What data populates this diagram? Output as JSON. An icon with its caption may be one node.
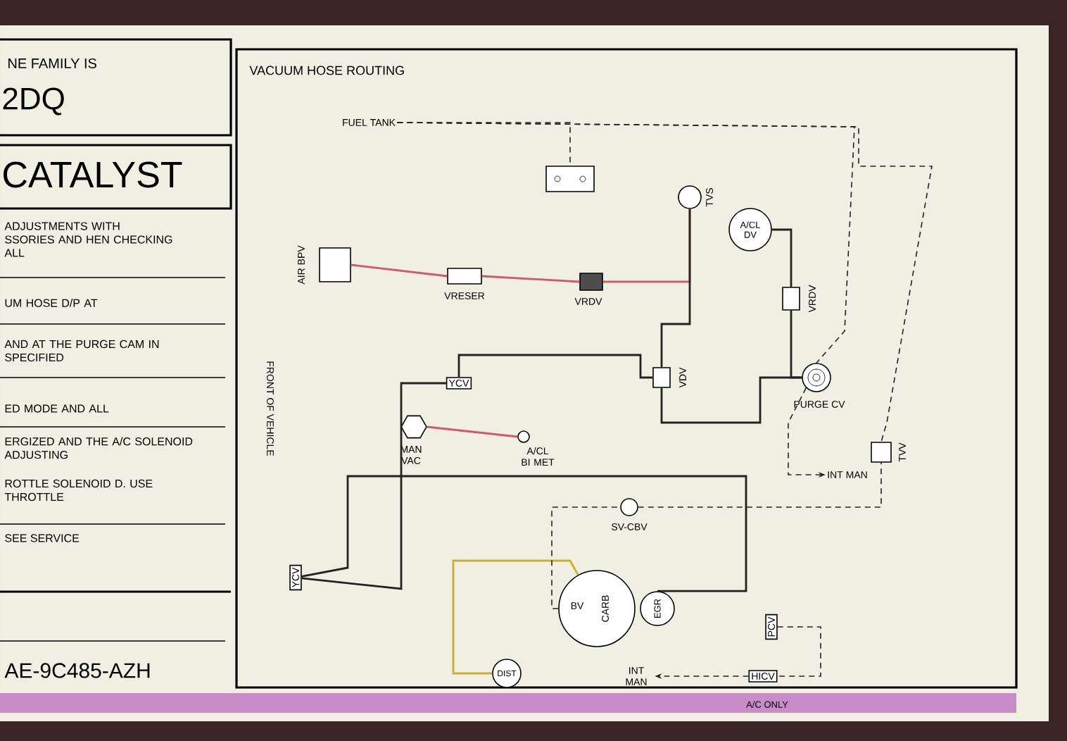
{
  "diagram": {
    "title": "VACUUM HOSE ROUTING",
    "nodes": [
      {
        "text": [
          "FUEL TANK"
        ]
      },
      {
        "text": [],
        "shape": "box"
      },
      {
        "text": [
          "TVS"
        ]
      },
      {
        "text": [
          "A/CL DV"
        ]
      },
      {
        "text": [
          "AIR BPV"
        ]
      },
      {
        "text": [
          "VRESER"
        ]
      },
      {
        "text": [
          "VRDV"
        ]
      },
      {
        "text": [
          "VRDV"
        ]
      },
      {
        "text": [
          "VDV"
        ]
      },
      {
        "text": [
          "PURGE CV"
        ]
      },
      {
        "text": [
          "YCV"
        ]
      },
      {
        "text": [
          "MAN VAC"
        ]
      },
      {
        "text": [
          "A/CL BI MET"
        ]
      },
      {
        "text": [
          "TVV"
        ]
      },
      {
        "text": [
          "INT MAN"
        ]
      },
      {
        "text": [
          "SV-CBV"
        ]
      },
      {
        "text": [
          "BV",
          "CARB"
        ]
      },
      {
        "text": [
          "EGR"
        ]
      },
      {
        "text": [
          "YCV"
        ]
      },
      {
        "text": [
          "DIST"
        ]
      },
      {
        "text": [
          "PCV"
        ]
      },
      {
        "text": [
          "HICV"
        ]
      },
      {
        "text": [
          "INT MAN"
        ]
      }
    ],
    "edges": [
      {
        "from": 0,
        "to": 1,
        "arrow": "none",
        "style": "dashed"
      },
      {
        "from": 0,
        "to": 9,
        "arrow": "none",
        "style": "dashed"
      },
      {
        "from": 0,
        "to": 13,
        "arrow": "none",
        "style": "dashed"
      },
      {
        "from": 4,
        "to": 5,
        "arrow": "none",
        "color": "#d05a6a"
      },
      {
        "from": 5,
        "to": 6,
        "arrow": "none",
        "color": "#d05a6a"
      },
      {
        "from": 6,
        "to": 2,
        "arrow": "none",
        "color": "#d05a6a"
      },
      {
        "from": 2,
        "to": 8,
        "arrow": "none"
      },
      {
        "from": 3,
        "to": 7,
        "arrow": "none"
      },
      {
        "from": 7,
        "to": 9,
        "arrow": "none"
      },
      {
        "from": 10,
        "to": 8,
        "arrow": "none"
      },
      {
        "from": 8,
        "to": 9,
        "arrow": "none"
      },
      {
        "from": 11,
        "to": 12,
        "arrow": "none",
        "color": "#d05a6a"
      },
      {
        "from": 18,
        "to": 17,
        "arrow": "none"
      },
      {
        "from": 18,
        "to": 10,
        "arrow": "none"
      },
      {
        "from": 19,
        "to": 16,
        "arrow": "none",
        "color": "#c8b030"
      },
      {
        "from": 16,
        "to": 15,
        "arrow": "none",
        "style": "dashed"
      },
      {
        "from": 15,
        "to": 13,
        "arrow": "none",
        "style": "dashed"
      },
      {
        "from": 9,
        "to": 14,
        "arrow": "to",
        "style": "dashed"
      },
      {
        "from": 20,
        "to": 21,
        "arrow": "none",
        "style": "dashed"
      },
      {
        "from": 21,
        "to": 22,
        "arrow": "to",
        "style": "dashed"
      }
    ],
    "labels": [
      "NE FAMILY IS",
      "2DQ",
      "CATALYST",
      "ADJUSTMENTS WITH SSORIES AND HEN CHECKING ALL",
      "UM HOSE D/P AT",
      "AND AT THE PURGE CAM IN SPECIFIED",
      "ED MODE AND ALL",
      "ERGIZED AND THE A/C SOLENOID ADJUSTING",
      "ROTTLE SOLENOID D. USE THROTTLE",
      "SEE SERVICE",
      "AE-9C485-AZH",
      "FRONT OF VEHICLE",
      "A/C ONLY"
    ]
  }
}
